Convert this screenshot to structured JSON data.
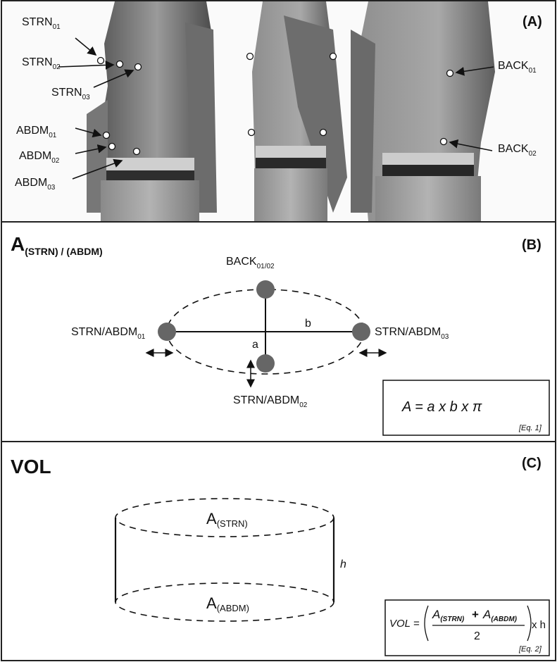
{
  "panel_a": {
    "label": "(A)",
    "landmarks": [
      {
        "name": "STRN",
        "sub": "01"
      },
      {
        "name": "STRN",
        "sub": "02"
      },
      {
        "name": "STRN",
        "sub": "03"
      },
      {
        "name": "ABDM",
        "sub": "01"
      },
      {
        "name": "ABDM",
        "sub": "02"
      },
      {
        "name": "ABDM",
        "sub": "03"
      },
      {
        "name": "BACK",
        "sub": "01"
      },
      {
        "name": "BACK",
        "sub": "02"
      }
    ]
  },
  "panel_b": {
    "label": "(B)",
    "title_main": "A",
    "title_sub": "(STRN) / (ABDM)",
    "back_name": "BACK",
    "back_sub": "01/02",
    "left_name": "STRN/ABDM",
    "left_sub": "01",
    "right_name": "STRN/ABDM",
    "right_sub": "03",
    "bottom_name": "STRN/ABDM",
    "bottom_sub": "02",
    "axis_a": "a",
    "axis_b": "b",
    "equation": "A = a x b x π",
    "equation_tag": "[Eq. 1]",
    "colors": {
      "marker": "#666666"
    }
  },
  "panel_c": {
    "label": "(C)",
    "title": "VOL",
    "top_name": "A",
    "top_sub": "(STRN)",
    "bottom_name": "A",
    "bottom_sub": "(ABDM)",
    "height_label": "h",
    "eq_lhs": "VOL =",
    "eq_num_a": "A",
    "eq_num_a_sub": "(STRN)",
    "eq_plus": "+",
    "eq_num_b": "A",
    "eq_num_b_sub": "(ABDM)",
    "eq_den": "2",
    "eq_tail": "x h",
    "equation_tag": "[Eq. 2]"
  }
}
